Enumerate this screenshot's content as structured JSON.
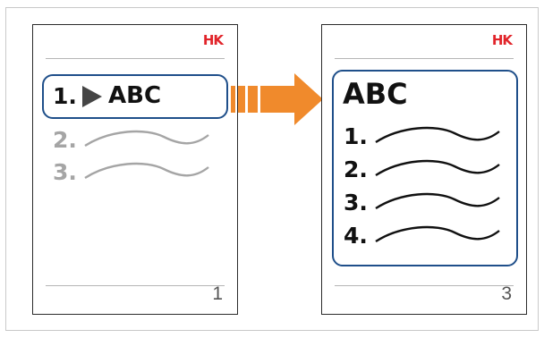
{
  "left_page": {
    "logo": "HK",
    "page_number": "1",
    "highlighted_item": {
      "number": "1.",
      "title": "ABC"
    },
    "items": [
      {
        "number": "2."
      },
      {
        "number": "3."
      }
    ]
  },
  "right_page": {
    "logo": "HK",
    "page_number": "3",
    "heading": "ABC",
    "items": [
      {
        "number": "1."
      },
      {
        "number": "2."
      },
      {
        "number": "3."
      },
      {
        "number": "4."
      }
    ]
  },
  "colors": {
    "highlight_border": "#1f4f8a",
    "arrow": "#f08a2c",
    "logo": "#e1242a",
    "muted_text": "#a5a5a5",
    "text": "#111111"
  }
}
